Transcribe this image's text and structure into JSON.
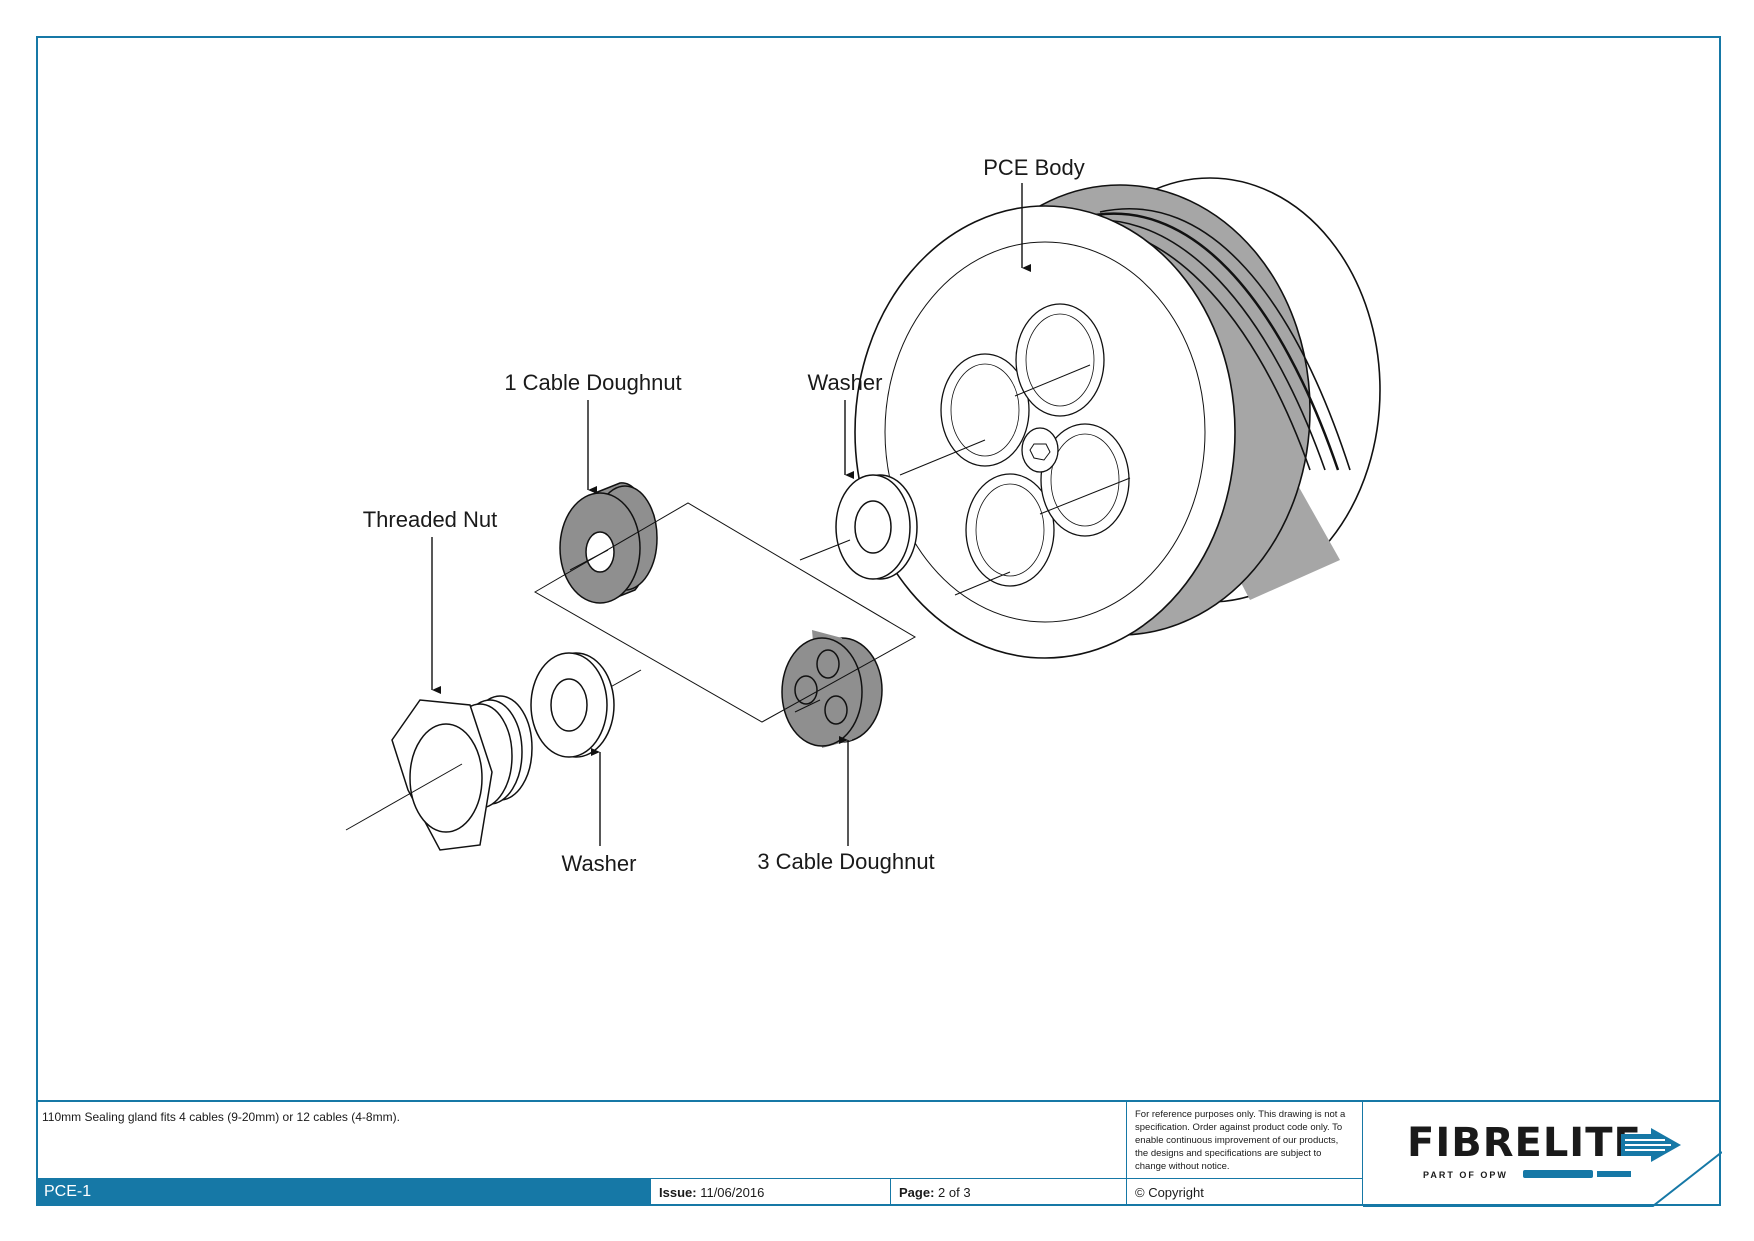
{
  "labels": {
    "pce_body": "PCE Body",
    "washer_top": "Washer",
    "cable_doughnut_1": "1 Cable Doughnut",
    "threaded_nut": "Threaded Nut",
    "washer_bottom": "Washer",
    "cable_doughnut_3": "3 Cable Doughnut"
  },
  "title_block": {
    "description": "110mm Sealing gland fits 4 cables (9-20mm) or 12 cables (4-8mm).",
    "disclaimer": "For reference purposes only. This drawing is not a specification. Order against product code only.  To enable continuous improvement of our products, the designs and specifications are subject to change without notice.",
    "code": "PCE-1",
    "issue_label": "Issue:",
    "issue_value": "11/06/2016",
    "page_label": "Page:",
    "page_value": "2 of 3",
    "copyright": "© Copyright",
    "brand": "FIBRELITE",
    "brand_tag": "PART OF OPW"
  },
  "colors": {
    "accent": "#1678a6",
    "rubber": "#a6a6a6",
    "doughnut": "#8f8f8f"
  }
}
